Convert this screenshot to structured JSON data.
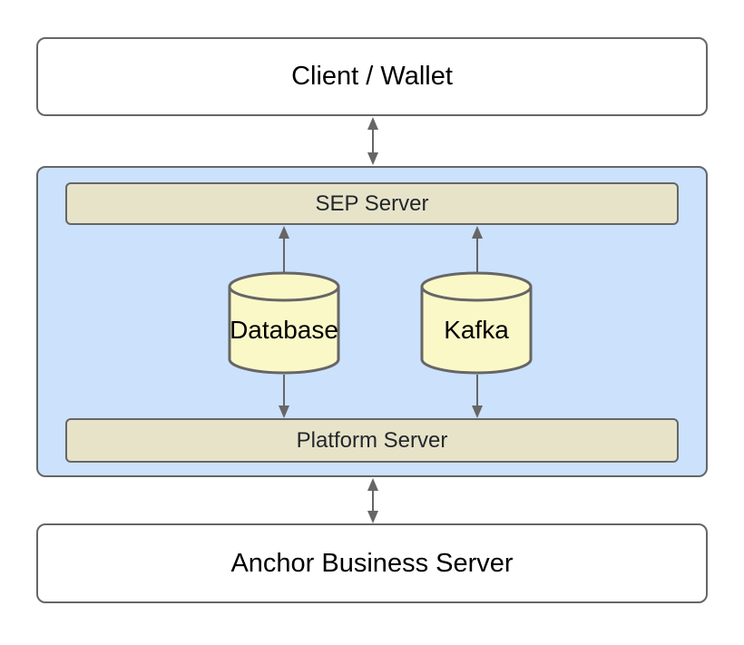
{
  "diagram": {
    "title": "Anchor Platform architecture diagram",
    "nodes": {
      "client": {
        "label": "Client / Wallet",
        "shape": "rounded-rectangle"
      },
      "sep": {
        "label": "SEP Server",
        "shape": "rounded-bar"
      },
      "database": {
        "label": "Database",
        "shape": "cylinder"
      },
      "kafka": {
        "label": "Kafka",
        "shape": "cylinder"
      },
      "platform": {
        "label": "Platform Server",
        "shape": "rounded-bar"
      },
      "anchor": {
        "label": "Anchor Business Server",
        "shape": "rounded-rectangle"
      },
      "platform_container": {
        "label": "",
        "shape": "rounded-container",
        "contains": [
          "sep",
          "database",
          "kafka",
          "platform"
        ]
      }
    },
    "connections": [
      {
        "from": "client",
        "to": "platform_container",
        "direction": "bidirectional"
      },
      {
        "from": "database",
        "to": "sep",
        "direction": "up"
      },
      {
        "from": "kafka",
        "to": "sep",
        "direction": "up"
      },
      {
        "from": "database",
        "to": "platform",
        "direction": "down"
      },
      {
        "from": "kafka",
        "to": "platform",
        "direction": "down"
      },
      {
        "from": "platform_container",
        "to": "anchor",
        "direction": "bidirectional"
      }
    ],
    "colors": {
      "box_fill": "#ffffff",
      "container_fill": "#cce1fb",
      "bar_fill": "#e7e3c9",
      "cylinder_fill": "#fbf8c8",
      "stroke": "#666666",
      "text": "#000000"
    }
  }
}
